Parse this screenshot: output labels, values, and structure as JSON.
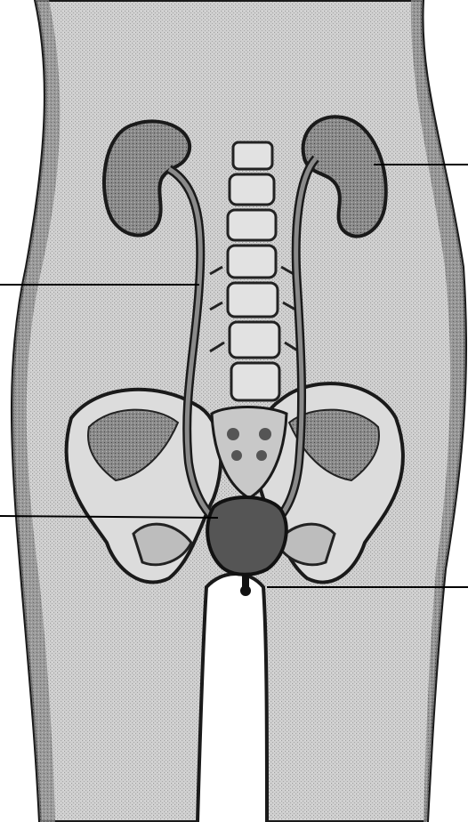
{
  "figure": {
    "subject": "urinary-system-anatomy",
    "palette": {
      "skin": "#c9c9c9",
      "skin_shadow": "#7a7a7a",
      "bone": "#e6e6e6",
      "bone_outline": "#2a2a2a",
      "kidney": "#6e6e6e",
      "bladder": "#4a4a4a",
      "ureter": "#8a8a8a",
      "leader_line": "#000000"
    },
    "label_lines": [
      {
        "id": "kidney",
        "side": "right"
      },
      {
        "id": "ureter",
        "side": "left"
      },
      {
        "id": "bladder",
        "side": "left"
      },
      {
        "id": "urethra",
        "side": "right"
      }
    ]
  }
}
